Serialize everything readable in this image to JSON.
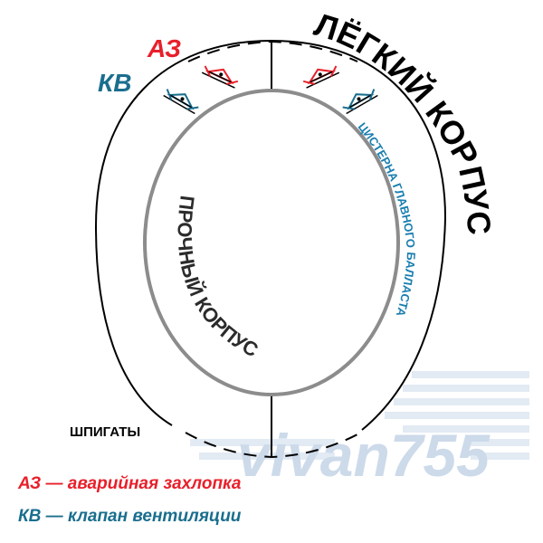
{
  "labels": {
    "light_hull": "ЛЁГКИЙ КОРПУС",
    "pressure_hull": "ПРОЧНЫЙ КОРПУС",
    "main_ballast_tank": "ЦИСТЕРНА ГЛАВНОГО БАЛЛАСТА",
    "scuppers": "ШПИГАТЫ",
    "az": "АЗ",
    "kv": "КВ"
  },
  "legend": {
    "az": "АЗ — аварийная захлопка",
    "kv": "КВ — клапан вентиляции"
  },
  "watermark": "vivan755",
  "colors": {
    "az": "#e8202a",
    "kv": "#1a6e8e",
    "tank_text": "#1a7fb0",
    "light_hull": "#000000",
    "pressure_hull": "#8c8c8c",
    "watermark": "#c7d6e8"
  }
}
